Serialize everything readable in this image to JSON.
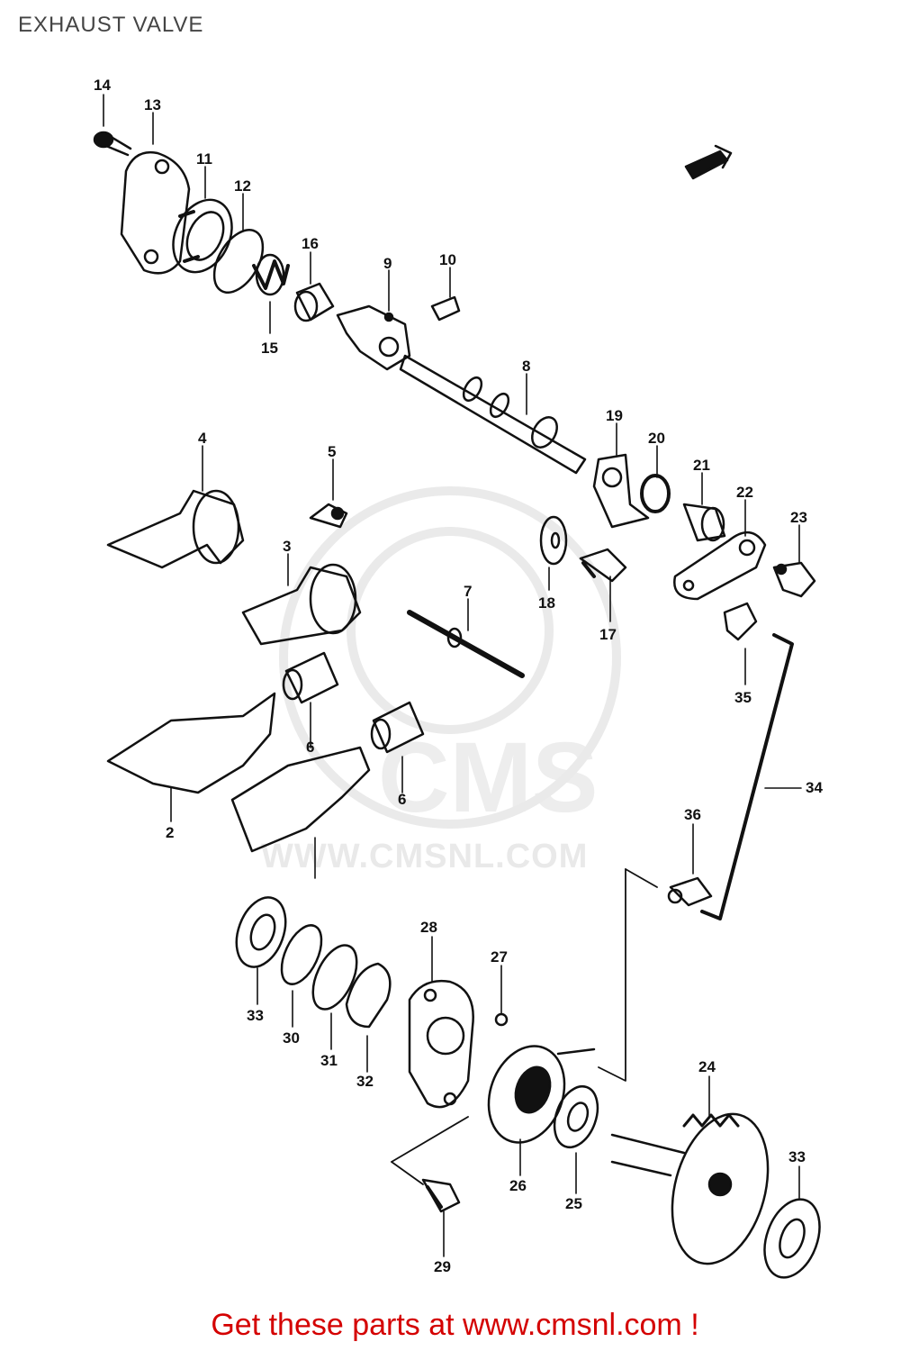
{
  "title": "EXHAUST VALVE",
  "footer": "Get these parts at www.cmsnl.com !",
  "watermark": {
    "logo": "CMS",
    "url": "WWW.CMSNL.COM"
  },
  "callouts": {
    "n2": "2",
    "n3": "3",
    "n4": "4",
    "n5": "5",
    "n6a": "6",
    "n6b": "6",
    "n7": "7",
    "n8": "8",
    "n9": "9",
    "n10": "10",
    "n11": "11",
    "n12": "12",
    "n13": "13",
    "n14": "14",
    "n15": "15",
    "n16": "16",
    "n17": "17",
    "n18": "18",
    "n19": "19",
    "n20": "20",
    "n21": "21",
    "n22": "22",
    "n23": "23",
    "n24": "24",
    "n25": "25",
    "n26": "26",
    "n27": "27",
    "n28": "28",
    "n29": "29",
    "n30": "30",
    "n31": "31",
    "n32": "32",
    "n33a": "33",
    "n33b": "33",
    "n34": "34",
    "n35": "35",
    "n36": "36"
  },
  "colors": {
    "line": "#111111",
    "footer": "#d40000",
    "watermark": "#e8e8e8"
  }
}
